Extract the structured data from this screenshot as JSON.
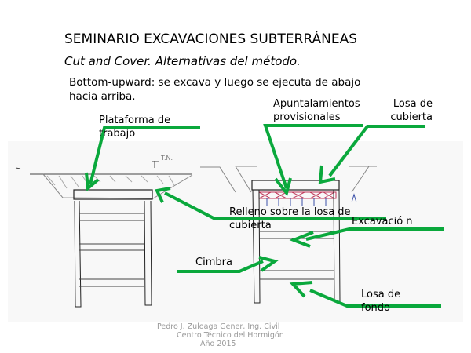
{
  "slide": {
    "title": "SEMINARIO EXCAVACIONES SUBTERRÁNEAS",
    "subtitle": "Cut and Cover. Alternativas del método.",
    "description": "Bottom-upward: se excava y luego se ejecuta de abajo hacia arriba."
  },
  "labels": {
    "plataforma": "Plataforma de trabajo",
    "apuntalamientos": "Apuntalamientos provisionales",
    "losa_cubierta": "Losa de cubierta",
    "relleno": "Relleno sobre la losa de cubierta",
    "excavacion": "Excavació n",
    "cimbra": "Cimbra",
    "losa_fondo": "Losa de fondo",
    "sketch_tn": "T.N."
  },
  "footer": {
    "line1": "Pedro J. Zuloaga Gener, Ing. Civil",
    "line2": "Centro Técnico del Hormigón",
    "line3": "Año 2015"
  },
  "colors": {
    "arrow_green": "#0aa83c",
    "sketch_line": "#333333",
    "strut_red": "#c0395a",
    "strut_blue": "#3a4fa8"
  }
}
